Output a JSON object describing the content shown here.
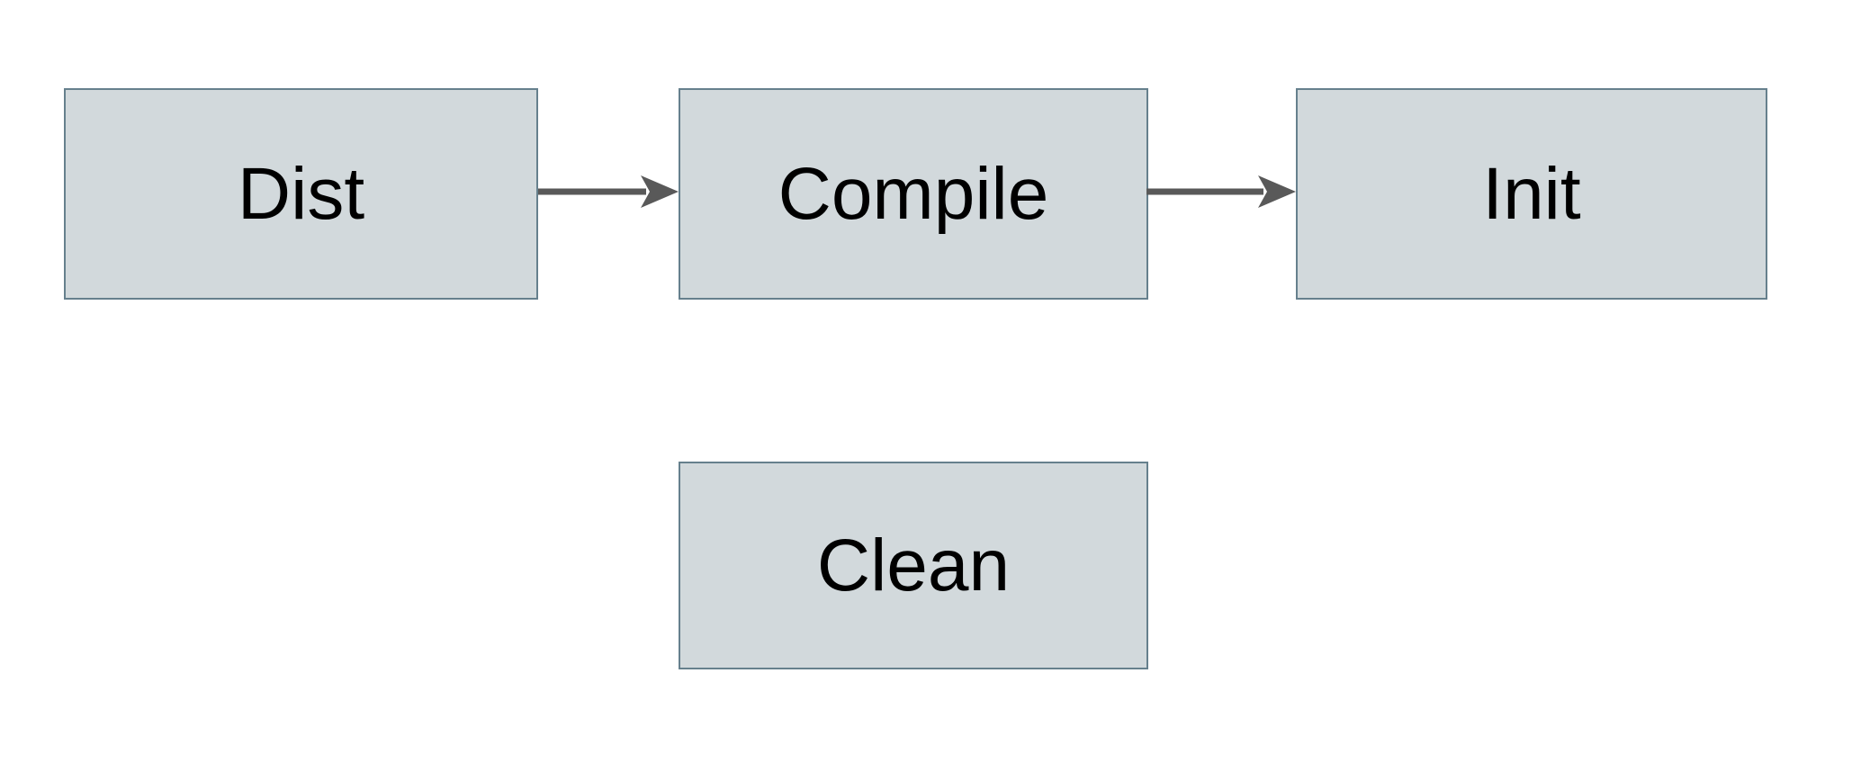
{
  "diagram": {
    "type": "flowchart",
    "nodes": [
      {
        "id": "dist",
        "label": "Dist"
      },
      {
        "id": "compile",
        "label": "Compile"
      },
      {
        "id": "init",
        "label": "Init"
      },
      {
        "id": "clean",
        "label": "Clean"
      }
    ],
    "edges": [
      {
        "from": "dist",
        "to": "compile",
        "style": "solid",
        "arrowhead": "right"
      },
      {
        "from": "compile",
        "to": "init",
        "style": "solid",
        "arrowhead": "right"
      }
    ],
    "icons": [
      {
        "name": "arrow-right-icon",
        "meaning": "flow direction left to right"
      }
    ],
    "colors": {
      "background": "#ffffff",
      "node_fill": "#d2d9dc",
      "node_border": "#66808d",
      "arrow": "#595959",
      "text": "#000000"
    }
  }
}
